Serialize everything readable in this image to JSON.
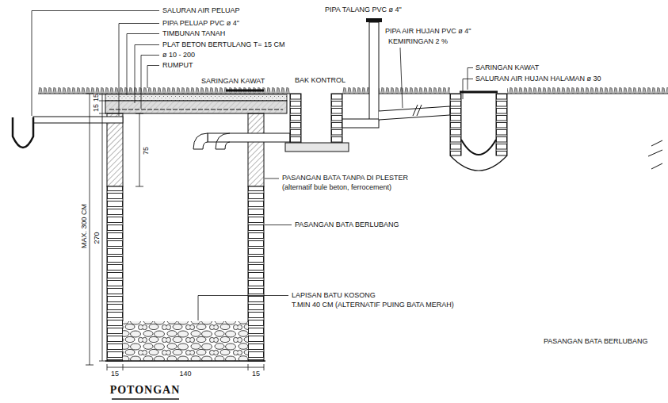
{
  "diagram": {
    "title": "POTONGAN",
    "labels": [
      "SALURAN AIR PELUAP",
      "PIPA PELUAP PVC ø 4\"",
      "TIMBUNAN TANAH",
      "PLAT BETON BERTULANG T= 15 CM",
      "ø 10 - 200",
      "RUMPUT",
      "PIPA TALANG PVC ø 4\"",
      "PIPA AIR HUJAN PVC ø 4\"",
      "KEMIRINGAN 2 %",
      "SARINGAN KAWAT",
      "BAK KONTROL",
      "SARINGAN KAWAT",
      "SALURAN AIR HUJAN HALAMAN ø 30",
      "15",
      "15",
      "75",
      "MAX. 300 CM",
      "270",
      "PASANGAN BATA TANPA DI PLESTER",
      "(alternatif bule beton, ferrocement)",
      "PASANGAN BATA BERLUBANG",
      "LAPISAN BATU KOSONG",
      "T.MIN 40 CM (ALTERNATIF PUING BATA MERAH)",
      "15",
      "140",
      "15",
      "PASANGAN BATA BERLUBANG"
    ]
  }
}
